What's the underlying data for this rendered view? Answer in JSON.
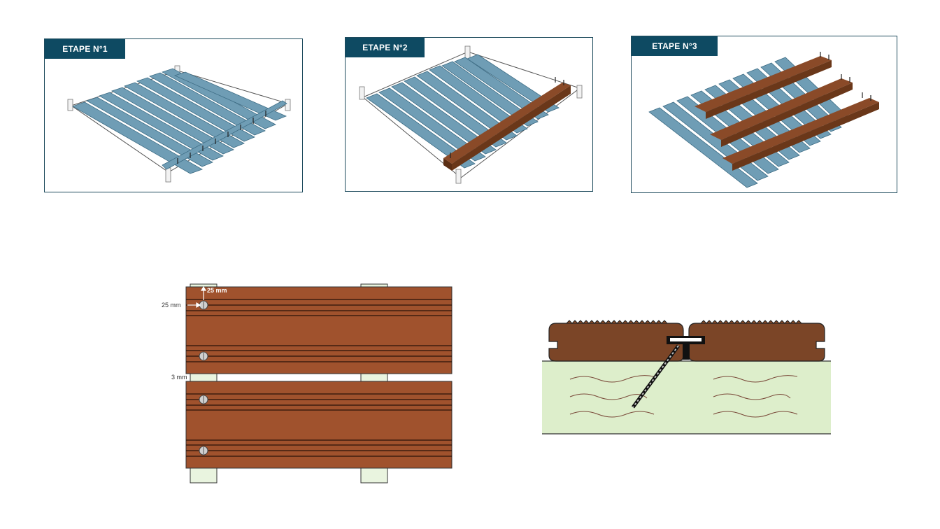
{
  "steps": [
    {
      "label": "ETAPE N°1"
    },
    {
      "label": "ETAPE N°2"
    },
    {
      "label": "ETAPE N°3"
    }
  ],
  "spacing_detail": {
    "edge_offset_top": "25 mm",
    "edge_offset_side": "25 mm",
    "gap": "3 mm"
  },
  "colors": {
    "panel_border": "#1d4a5c",
    "tag_bg": "#0e4a62",
    "joist": "#6f9db5",
    "board": "#a0522d",
    "board_dark": "#7b4527",
    "ground": "#ddeecb"
  }
}
